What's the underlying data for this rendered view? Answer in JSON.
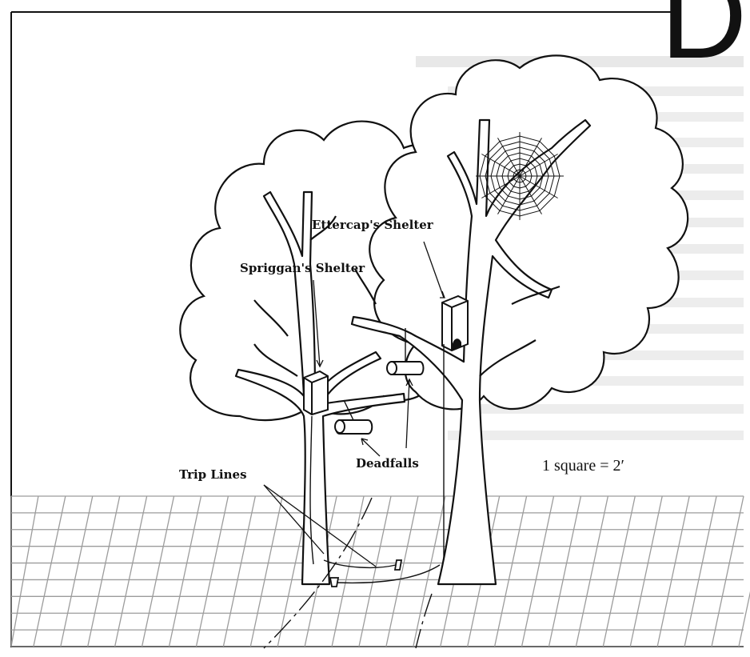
{
  "header_letters": "DE",
  "labels": {
    "ettercap_shelter": "Ettercap's Shelter",
    "spriggan_shelter": "Spriggan's Shelter",
    "deadfalls": "Deadfalls",
    "trip_lines": "Trip Lines"
  },
  "scale_note": "1 square = 2′",
  "colors": {
    "ink": "#111111",
    "grid": "#9c9c9c",
    "ghost_text": "#c9c9c9",
    "background": "#ffffff"
  }
}
